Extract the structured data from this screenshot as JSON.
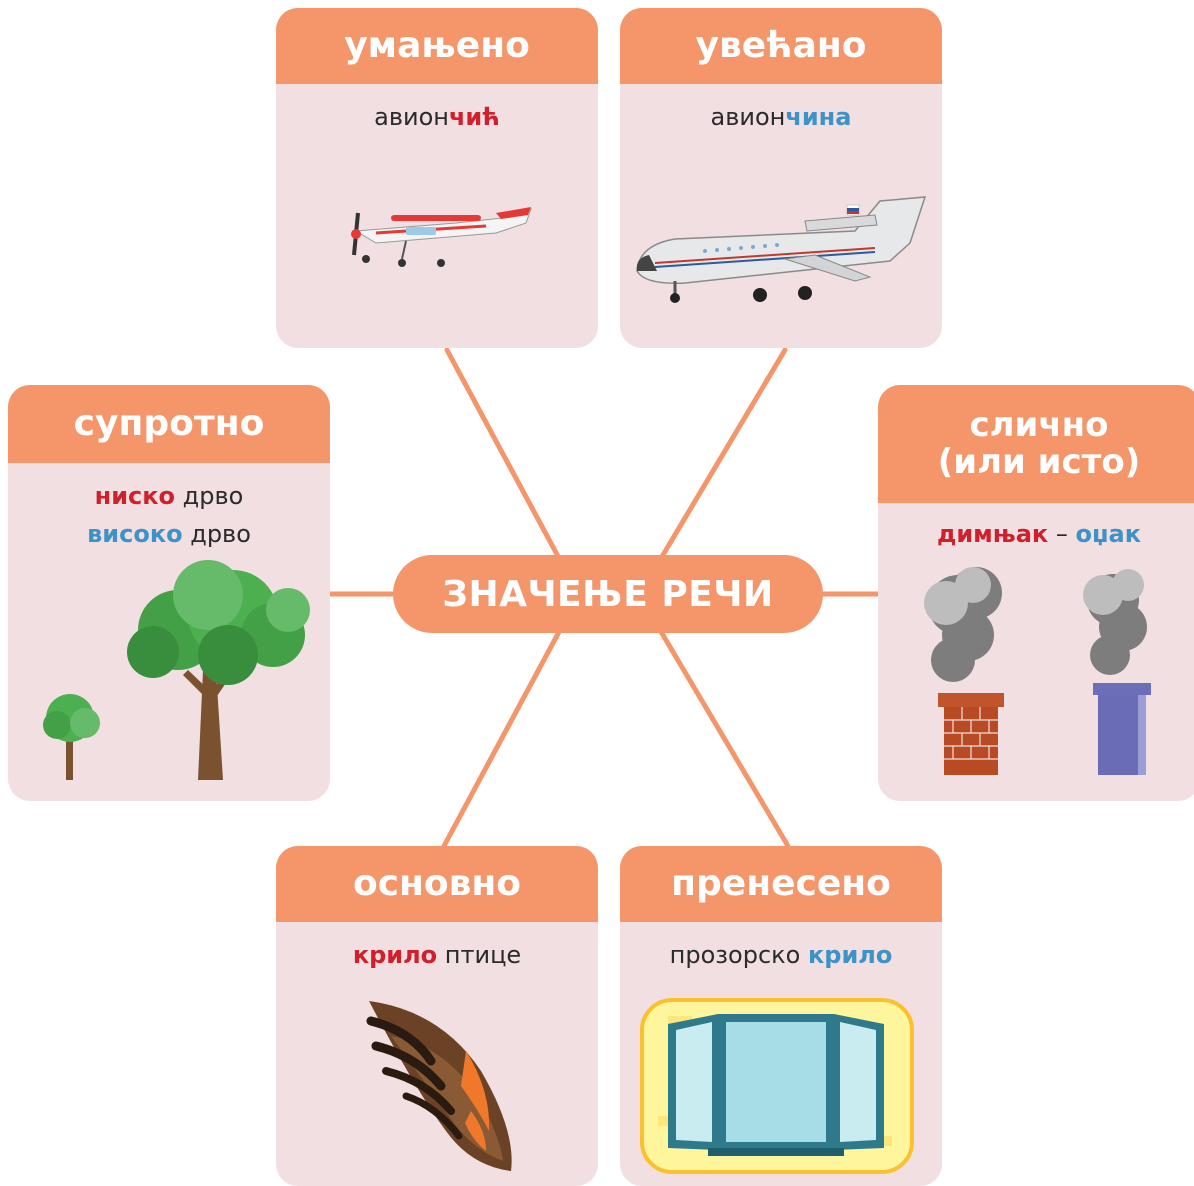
{
  "center": {
    "title": "ЗНАЧЕЊЕ РЕЧИ"
  },
  "colors": {
    "accent": "#f4956a",
    "card": "#f1dfe1",
    "highlight_red": "#d21f2c",
    "highlight_blue": "#3d93c7"
  },
  "cards": {
    "diminutive": {
      "title": "умањено",
      "line1": {
        "plain": "авион",
        "highlight": "чић"
      },
      "icon": "small-propeller-plane-icon"
    },
    "augmentative": {
      "title": "увећано",
      "line1": {
        "plain": "авион",
        "highlight": "чина"
      },
      "icon": "large-jet-plane-icon"
    },
    "opposite": {
      "title": "супротно",
      "line1": {
        "highlight": "ниско",
        "plain": " дрво"
      },
      "line2": {
        "highlight": "високо",
        "plain": " дрво"
      },
      "icon": "short-and-tall-tree-icon"
    },
    "similar": {
      "title_line1": "слично",
      "title_line2": "(или исто)",
      "line1": {
        "word1": "димњак",
        "separator": " – ",
        "word2": "оџак"
      },
      "icon": "chimneys-with-smoke-icon"
    },
    "basic": {
      "title": "основно",
      "line1": {
        "highlight": "крило",
        "plain": " птице"
      },
      "icon": "bird-wing-icon"
    },
    "figurative": {
      "title": "пренесено",
      "line1": {
        "plain": "прозорско ",
        "highlight": "крило"
      },
      "icon": "open-window-icon"
    }
  }
}
